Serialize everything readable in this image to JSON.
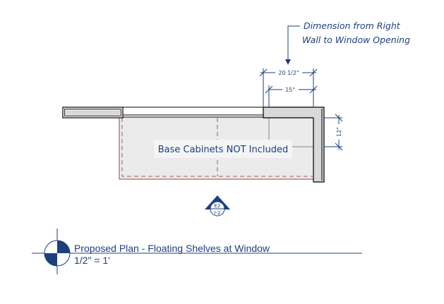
{
  "callout": {
    "line1": "Dimension from Right",
    "line2": "Wall to Window Opening"
  },
  "dimensions": {
    "overall": "20 1/2\"",
    "inner": "15\"",
    "depth": "12\""
  },
  "label": "Base Cabinets NOT Included",
  "elevation_marker": {
    "top": "E2",
    "bottom": "I-2"
  },
  "title": {
    "name": "Proposed Plan - Floating Shelves at Window",
    "scale": "1/2\" = 1'"
  },
  "colors": {
    "annotation": "#1c3f7e",
    "cabinet_fill": "#ebebeb",
    "cabinet_edge": "#8a4a4a",
    "wall_fill": "#d9d9d9"
  }
}
